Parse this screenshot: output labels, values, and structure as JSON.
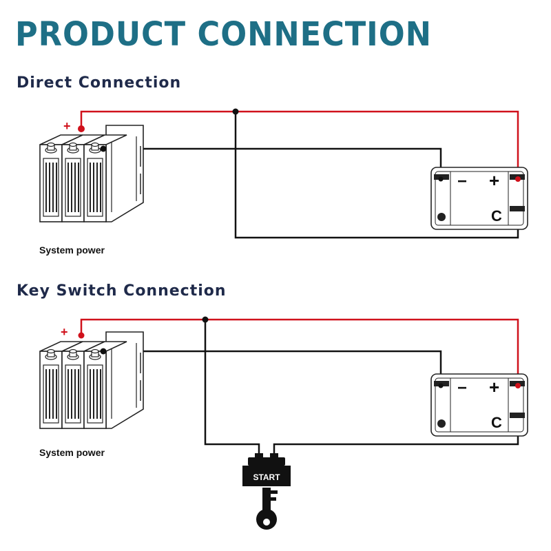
{
  "title": "PRODUCT CONNECTION",
  "sections": [
    {
      "title": "Direct Connection",
      "power_label": "System power",
      "battery_plus": "+",
      "module": {
        "minus": "−",
        "plus": "+",
        "c": "C"
      }
    },
    {
      "title": "Key Switch Connection",
      "power_label": "System power",
      "battery_plus": "+",
      "module": {
        "minus": "−",
        "plus": "+",
        "c": "C"
      },
      "switch_label": "START"
    }
  ],
  "colors": {
    "title": "#1e6f86",
    "section_title": "#1f2a4a",
    "positive_wire": "#d0111b",
    "negative_wire": "#111111"
  },
  "icons": [
    "battery-pack-icon",
    "key-icon",
    "start-switch-icon"
  ]
}
